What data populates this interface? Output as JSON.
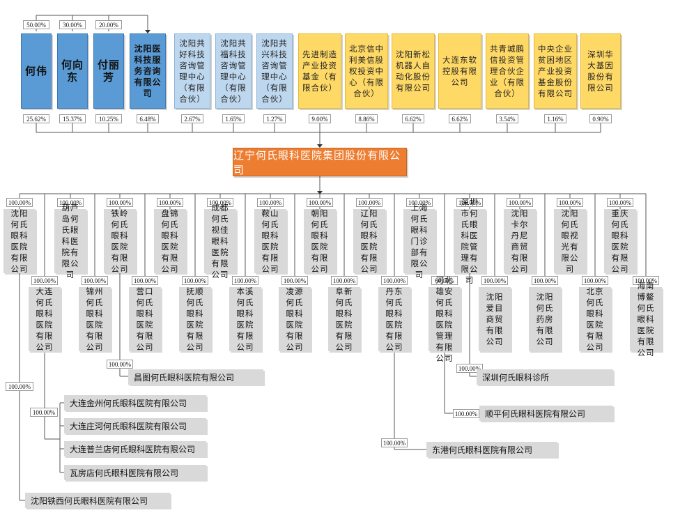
{
  "colors": {
    "individual": "#5b9bd5",
    "partnership": "#bdd7ee",
    "investor": "#ffd966",
    "company": "#ed7d31",
    "subsidiary": "#d9d9d9"
  },
  "company": {
    "name": "辽宁何氏眼科医院集团股份有限公司"
  },
  "shareholders": [
    {
      "name": "何伟",
      "share": "25.62%",
      "holding_above": "50.00%"
    },
    {
      "name": "何向东",
      "share": "15.37%",
      "holding_above": "30.00%"
    },
    {
      "name": "付丽芳",
      "share": "10.25%",
      "holding_above": "20.00%"
    },
    {
      "name": "沈阳医科技服务咨询有限公司",
      "share": "6.48%"
    },
    {
      "name": "沈阳共好科技咨询管理中心（有限合伙）",
      "share": "2.67%"
    },
    {
      "name": "沈阳共福科技咨询管理中心（有限合伙）",
      "share": "1.65%"
    },
    {
      "name": "沈阳共兴科技咨询管理中心（有限合伙）",
      "share": "1.27%"
    },
    {
      "name": "先进制造产业投资基金（有限合伙）",
      "share": "9.00%"
    },
    {
      "name": "北京信中利美信股权投资中心（有限合伙）",
      "share": "8.86%"
    },
    {
      "name": "沈阳新松机器人自动化股份有限公司",
      "share": "6.62%"
    },
    {
      "name": "大连东软控股有限公司",
      "share": "6.62%"
    },
    {
      "name": "共青城鹏信投资管理合伙企业（有限合伙）",
      "share": "3.54%"
    },
    {
      "name": "中央企业贫困地区产业投资基金股份有限公司",
      "share": "1.16%"
    },
    {
      "name": "深圳华大基因股份有限公司",
      "share": "0.90%"
    }
  ],
  "subsidiaries_row1": [
    {
      "name": "沈阳何氏眼科医院有限公司",
      "share": "100.00%"
    },
    {
      "name": "葫芦岛何氏眼科医院有限公司",
      "share": "100.00%"
    },
    {
      "name": "铁岭何氏眼科医院有限公司",
      "share": "100.00%"
    },
    {
      "name": "盘锦何氏眼科医院有限公司",
      "share": "100.00%"
    },
    {
      "name": "成都何氏视佳眼科医院有限公司",
      "share": "100.00%"
    },
    {
      "name": "鞍山何氏眼科医院有限公司",
      "share": "100.00%"
    },
    {
      "name": "朝阳何氏眼科医院有限公司",
      "share": "100.00%"
    },
    {
      "name": "辽阳何氏眼科医院有限公司",
      "share": "100.00%"
    },
    {
      "name": "上海何氏眼科门诊部有限公司",
      "share": "100.00%"
    },
    {
      "name": "深圳市何氏眼科医院管理有限公司",
      "share": "100.00%"
    },
    {
      "name": "沈阳卡尔丹尼商贸有限公司",
      "share": "100.00%"
    },
    {
      "name": "沈阳何氏眼视光有限公司",
      "share": "100.00%"
    },
    {
      "name": "重庆何氏眼科医院有限公司",
      "share": "100.00%"
    }
  ],
  "subsidiaries_row2": [
    {
      "name": "大连何氏眼科医院有限公司",
      "share": "100.00%"
    },
    {
      "name": "锦州何氏眼科医院有限公司",
      "share": "100.00%"
    },
    {
      "name": "营口何氏眼科医院有限公司",
      "share": "100.00%"
    },
    {
      "name": "抚顺何氏眼科医院有限公司",
      "share": "100.00%"
    },
    {
      "name": "本溪何氏眼科医院有限公司",
      "share": "100.00%"
    },
    {
      "name": "凌源何氏眼科医院有限公司",
      "share": "100.00%"
    },
    {
      "name": "阜新何氏眼科医院有限公司",
      "share": "100.00%"
    },
    {
      "name": "丹东何氏眼科医院有限公司",
      "share": "100.00%"
    },
    {
      "name": "河北雄安何氏眼科医院管理有限公司",
      "share": "60.00%"
    },
    {
      "name": "沈阳爱目商贸有限公司",
      "share": "100.00%"
    },
    {
      "name": "沈阳何氏药房有限公司",
      "share": "100.00%"
    },
    {
      "name": "北京何氏眼科医院有限公司",
      "share": "100.00%"
    },
    {
      "name": "海南博鳌何氏眼科医院有限公司",
      "share": "100.00%"
    }
  ],
  "grandchildren": [
    {
      "name": "昌图何氏眼科医院有限公司",
      "share": "100.00%"
    },
    {
      "name": "深圳何氏眼科诊所",
      "share": "100.00%"
    },
    {
      "name": "顺平何氏眼科医院有限公司",
      "share": "100.00%"
    },
    {
      "name": "东港何氏眼科医院有限公司",
      "share": "100.00%"
    },
    {
      "name": "大连金州何氏眼科医院有限公司",
      "share": ""
    },
    {
      "name": "大连庄河何氏眼科医院有限公司",
      "share": ""
    },
    {
      "name": "大连普兰店何氏眼科医院有限公司",
      "share": ""
    },
    {
      "name": "瓦房店何氏眼科医院有限公司",
      "share": ""
    },
    {
      "name": "沈阳铁西何氏眼科医院有限公司",
      "share": ""
    }
  ],
  "dalian_group_share": "100.00%",
  "tiexi_share": "100.00%"
}
